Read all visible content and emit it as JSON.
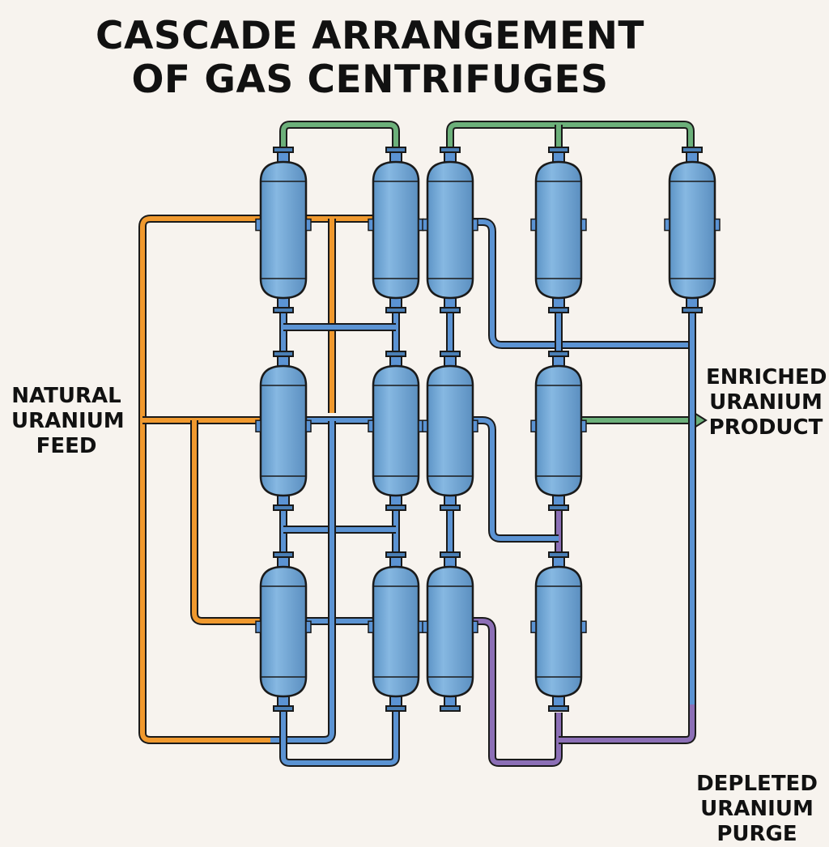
{
  "title": {
    "line1": "CASCADE ARRANGEMENT",
    "line2": "OF GAS CENTRIFUGES"
  },
  "labels": {
    "feed": [
      "NATURAL",
      "URANIUM",
      "FEED"
    ],
    "product": [
      "ENRICHED",
      "URANIUM",
      "PRODUCT"
    ],
    "depleted": [
      "DEPLETED",
      "URANIUM",
      "PURGE"
    ]
  },
  "colors": {
    "background": "#f7f3ee",
    "centrifuge": "#6fa6d6",
    "feed_line": "#f0992e",
    "product_line": "#6cb07a",
    "depleted_line": "#8c6fb6",
    "internal_line": "#5b93d3",
    "outline": "#1a1a1a"
  }
}
